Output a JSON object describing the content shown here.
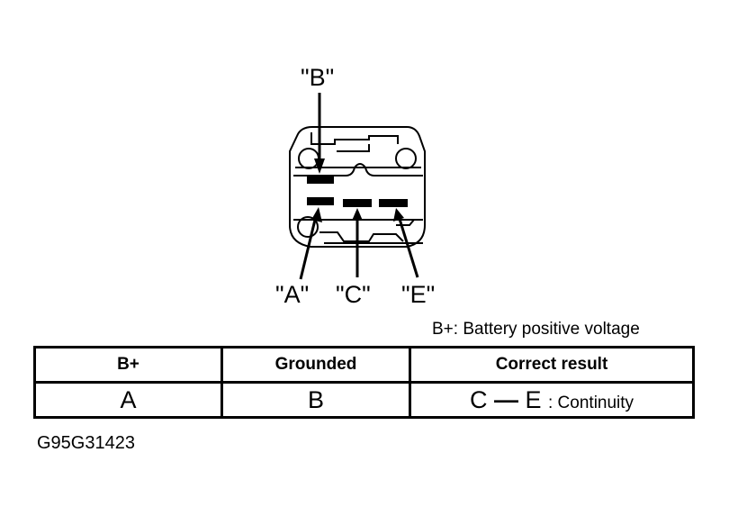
{
  "diagram": {
    "title": "Connector terminal check",
    "terminal_labels": {
      "B": "\"B\"",
      "A": "\"A\"",
      "C": "\"C\"",
      "E": "\"E\""
    },
    "legend_note": "B+: Battery positive voltage",
    "table": {
      "headers": [
        "B+",
        "Grounded",
        "Correct result"
      ],
      "rows": [
        {
          "b_plus": "A",
          "grounded": "B",
          "result_from": "C",
          "result_dash": "—",
          "result_to": "E",
          "result_note": ": Continuity"
        }
      ]
    },
    "figure_code": "G95G31423"
  }
}
